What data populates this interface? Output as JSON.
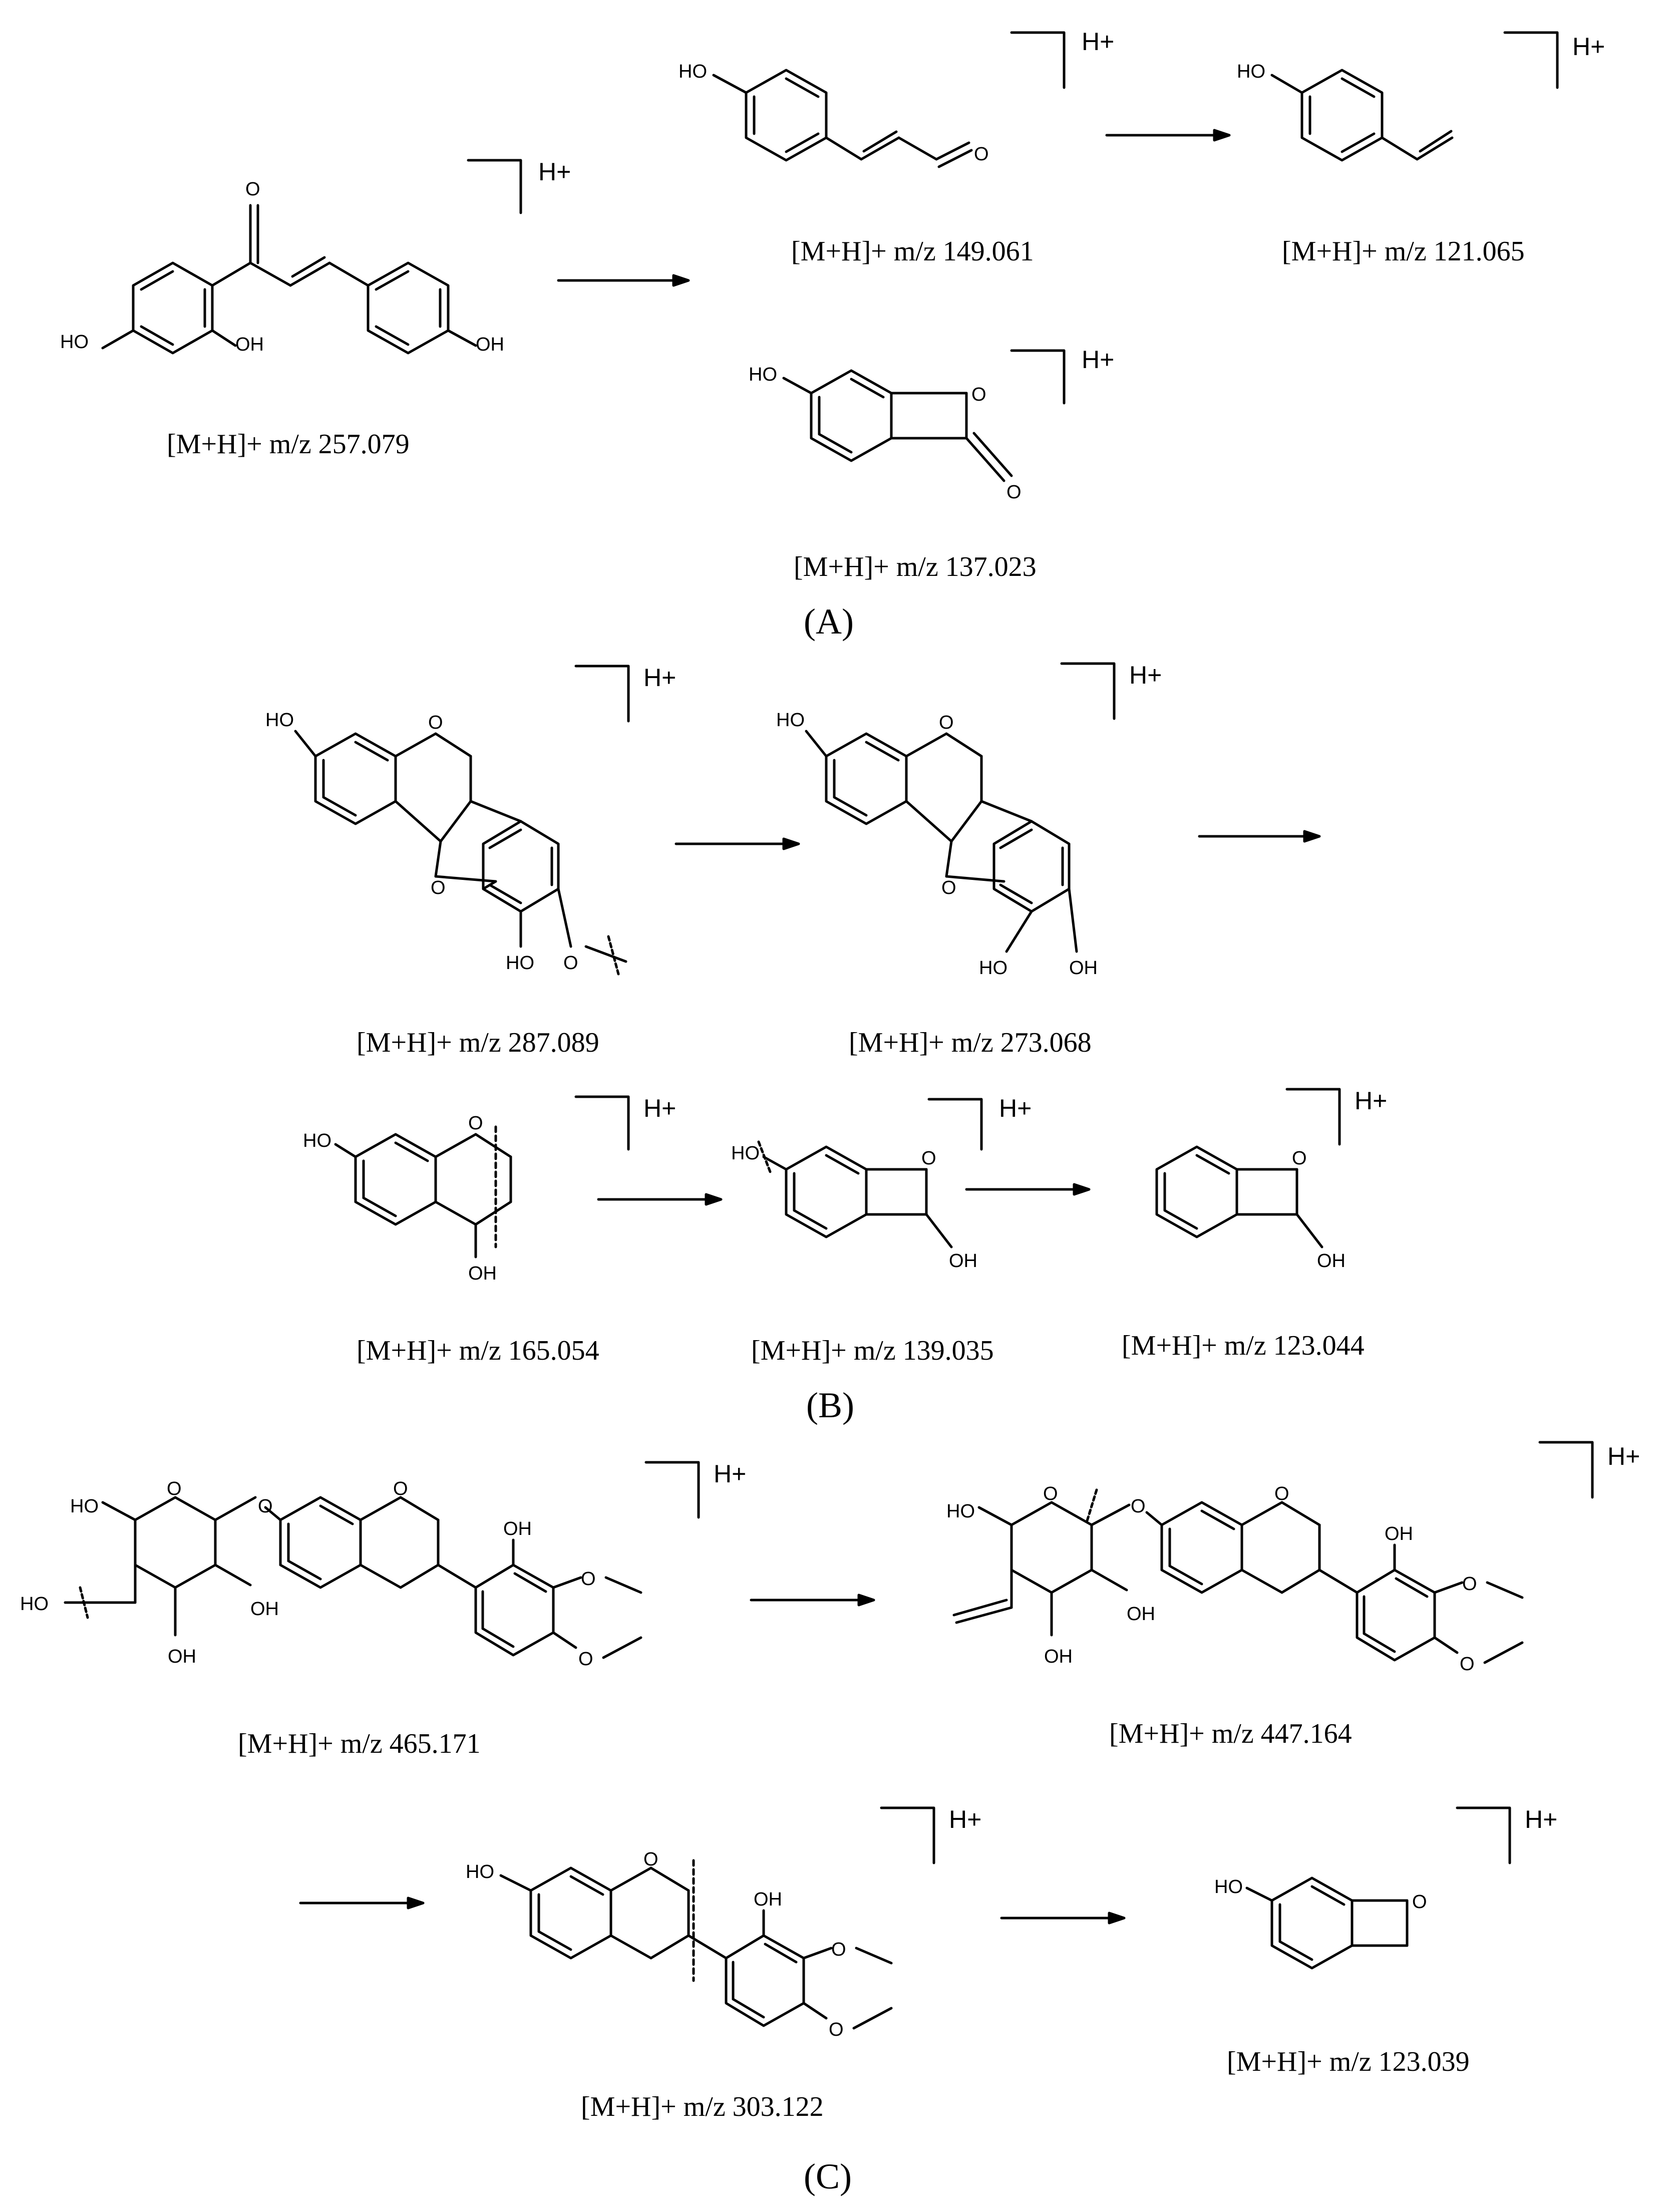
{
  "panels": [
    {
      "label": "(A)",
      "molecules": [
        {
          "caption": "[M+H]+ m/z 257.079",
          "atoms": [
            "O",
            "HO",
            "OH",
            "OH"
          ]
        },
        {
          "caption": "[M+H]+ m/z 149.061",
          "atoms": [
            "HO",
            "O"
          ]
        },
        {
          "caption": "[M+H]+ m/z 121.065",
          "atoms": [
            "HO"
          ]
        },
        {
          "caption": "[M+H]+ m/z 137.023",
          "atoms": [
            "HO",
            "O",
            "O"
          ]
        }
      ]
    },
    {
      "label": "(B)",
      "molecules": [
        {
          "caption": "[M+H]+ m/z 287.089",
          "atoms": [
            "HO",
            "O",
            "O",
            "HO",
            "O"
          ]
        },
        {
          "caption": "[M+H]+ m/z 273.068",
          "atoms": [
            "HO",
            "O",
            "O",
            "HO",
            "OH"
          ]
        },
        {
          "caption": "[M+H]+ m/z 165.054",
          "atoms": [
            "HO",
            "O",
            "OH"
          ]
        },
        {
          "caption": "[M+H]+ m/z 139.035",
          "atoms": [
            "HO",
            "O",
            "OH"
          ]
        },
        {
          "caption": "[M+H]+ m/z 123.044",
          "atoms": [
            "O",
            "OH"
          ]
        }
      ]
    },
    {
      "label": "(C)",
      "molecules": [
        {
          "caption": "[M+H]+ m/z 465.171",
          "atoms": [
            "HO",
            "O",
            "O",
            "O",
            "HO",
            "OH",
            "OH",
            "OH",
            "O",
            "O"
          ]
        },
        {
          "caption": "[M+H]+ m/z 447.164",
          "atoms": [
            "HO",
            "O",
            "O",
            "O",
            "OH",
            "OH",
            "OH",
            "O",
            "O"
          ]
        },
        {
          "caption": "[M+H]+ m/z 303.122",
          "atoms": [
            "HO",
            "O",
            "OH",
            "O",
            "O"
          ]
        },
        {
          "caption": "[M+H]+ m/z 123.039",
          "atoms": [
            "HO",
            "O"
          ]
        }
      ]
    }
  ],
  "charge_label": "H+",
  "colors": {
    "ink": "#000000",
    "background": "#ffffff"
  }
}
